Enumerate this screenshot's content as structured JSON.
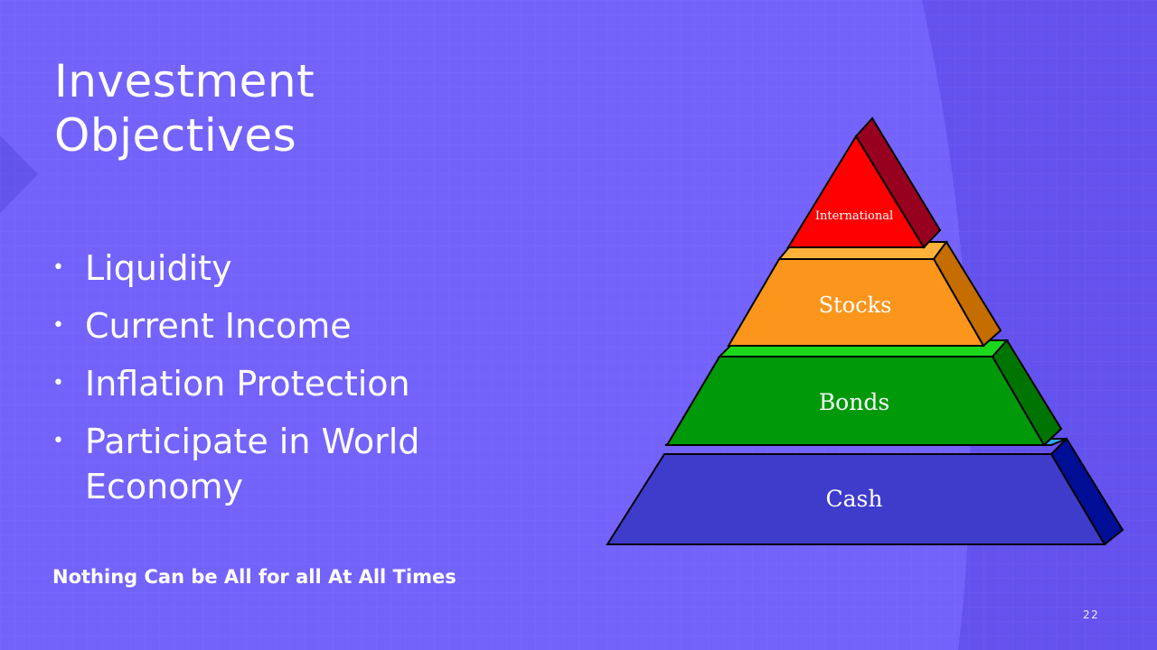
{
  "slide": {
    "title": "Investment Objectives",
    "bullets": [
      "Liquidity",
      "Current Income",
      "Inflation Protection",
      "Participate in World Economy"
    ],
    "tagline": "Nothing Can be All for all At All Times",
    "page_number": "22"
  },
  "pyramid": {
    "tiers": [
      {
        "label": "International",
        "color": "#ff0000",
        "side_color": "#98001f",
        "top_color": "#ff0000"
      },
      {
        "label": "Stocks",
        "color": "#fc951c",
        "side_color": "#c66d00",
        "top_color": "#ffb23a"
      },
      {
        "label": "Bonds",
        "color": "#00990a",
        "side_color": "#007400",
        "top_color": "#1bd81b"
      },
      {
        "label": "Cash",
        "color": "#3f3ccc",
        "side_color": "#000e96",
        "top_color": "#2ea8f0"
      }
    ]
  },
  "colors": {
    "background": "#7363fb",
    "background_panel": "#6452ee",
    "text": "#ffffff"
  }
}
